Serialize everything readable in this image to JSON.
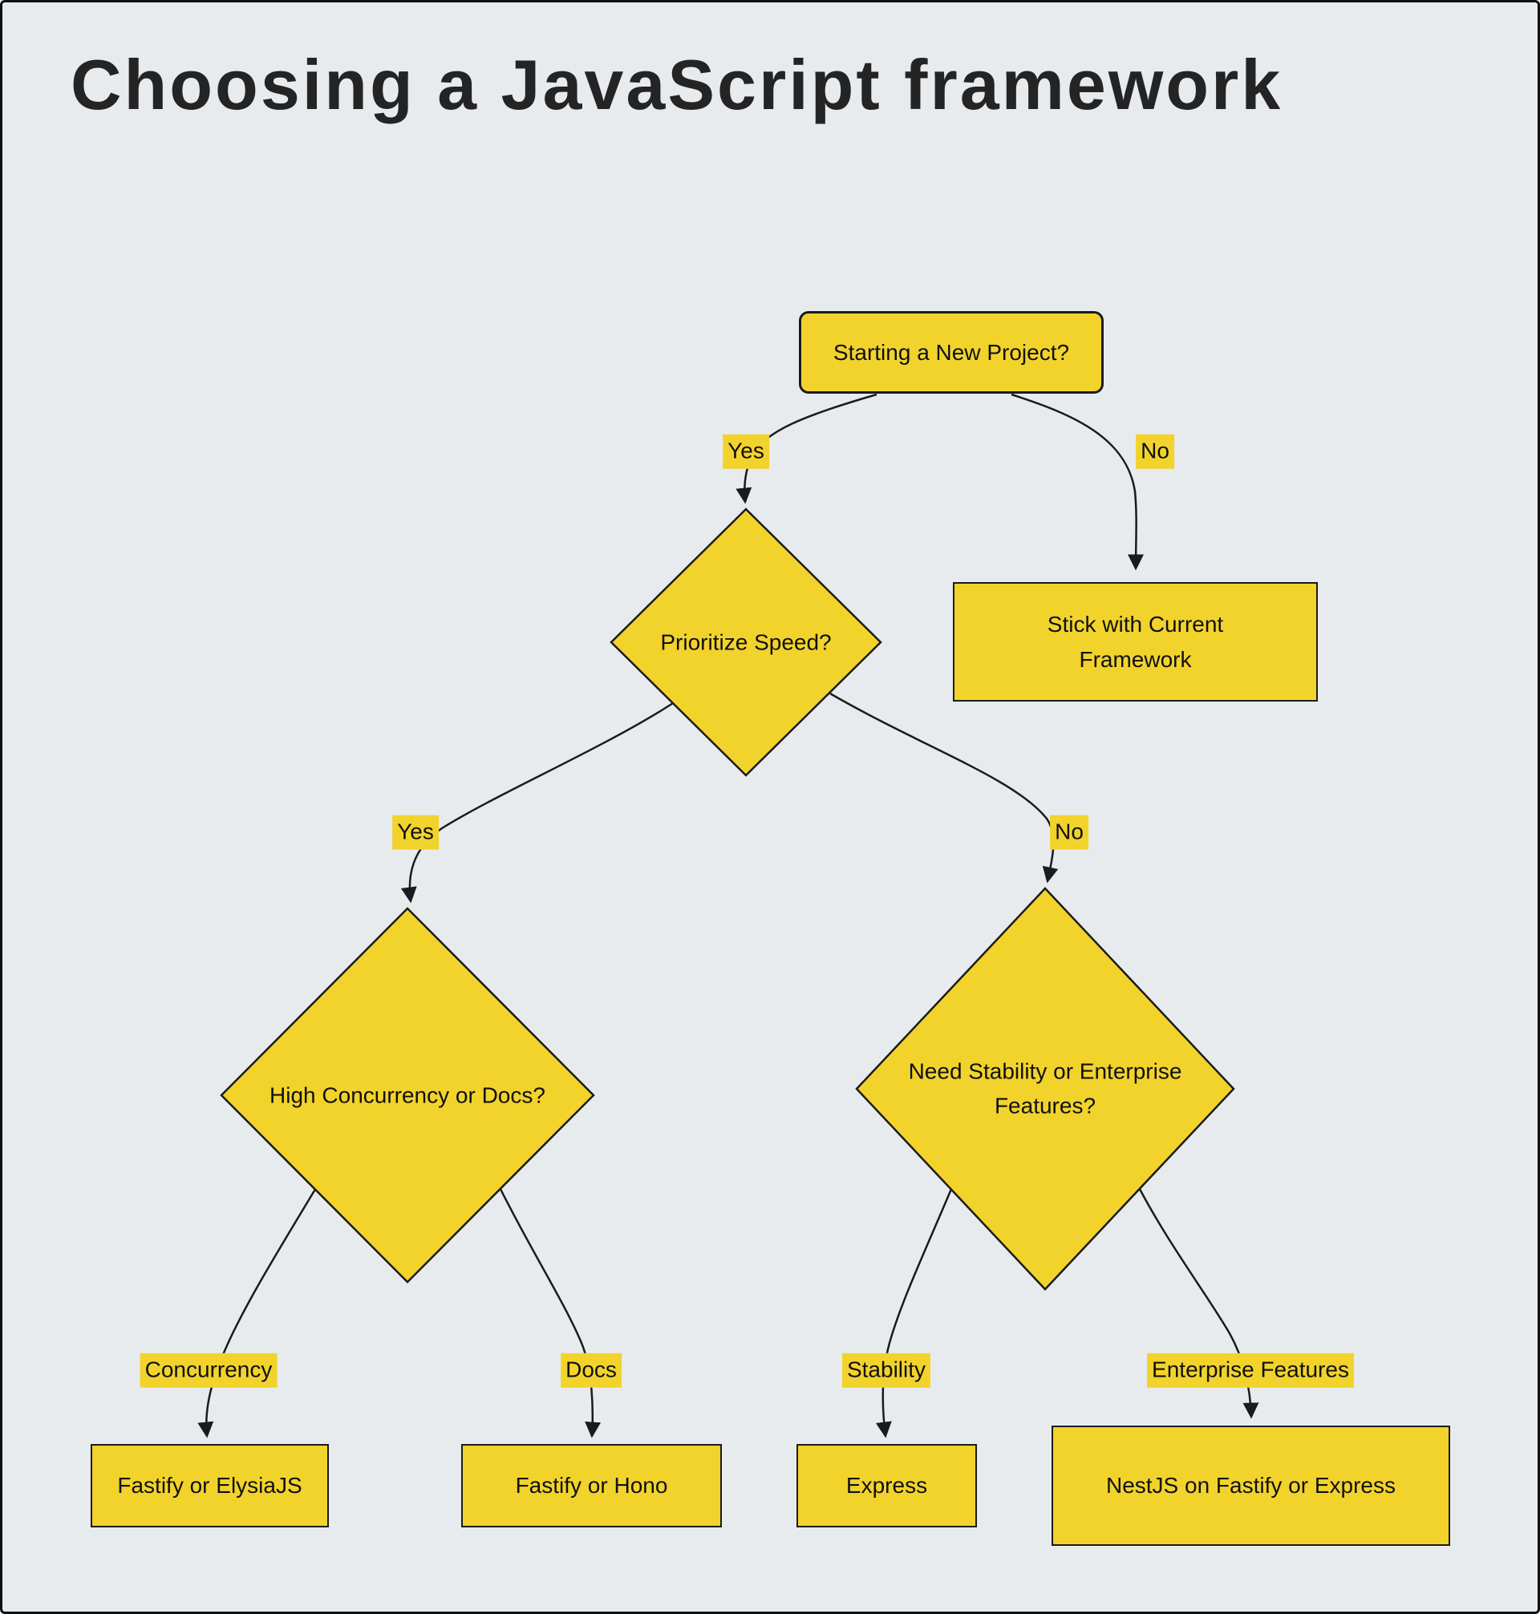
{
  "page": {
    "title": "Choosing a JavaScript framework",
    "background_color": "#E8EBEE",
    "node_fill_color": "#F2D32C",
    "stroke_color": "#1B1B1B"
  },
  "nodes": {
    "start": {
      "label": "Starting a New Project?",
      "shape": "rounded-rect"
    },
    "prioritize_speed": {
      "label": "Prioritize Speed?",
      "shape": "diamond"
    },
    "stick_current": {
      "label": "Stick with Current Framework",
      "shape": "rect"
    },
    "high_concurrency_docs": {
      "label": "High Concurrency or Docs?",
      "shape": "diamond"
    },
    "need_stability": {
      "label": "Need Stability or Enterprise Features?",
      "shape": "diamond"
    },
    "fastify_elysia": {
      "label": "Fastify or ElysiaJS",
      "shape": "rect"
    },
    "fastify_hono": {
      "label": "Fastify or Hono",
      "shape": "rect"
    },
    "express": {
      "label": "Express",
      "shape": "rect"
    },
    "nestjs": {
      "label": "NestJS on Fastify or Express",
      "shape": "rect"
    }
  },
  "edges": [
    {
      "from": "start",
      "to": "prioritize_speed",
      "label": "Yes"
    },
    {
      "from": "start",
      "to": "stick_current",
      "label": "No"
    },
    {
      "from": "prioritize_speed",
      "to": "high_concurrency_docs",
      "label": "Yes"
    },
    {
      "from": "prioritize_speed",
      "to": "need_stability",
      "label": "No"
    },
    {
      "from": "high_concurrency_docs",
      "to": "fastify_elysia",
      "label": "Concurrency"
    },
    {
      "from": "high_concurrency_docs",
      "to": "fastify_hono",
      "label": "Docs"
    },
    {
      "from": "need_stability",
      "to": "express",
      "label": "Stability"
    },
    {
      "from": "need_stability",
      "to": "nestjs",
      "label": "Enterprise Features"
    }
  ]
}
